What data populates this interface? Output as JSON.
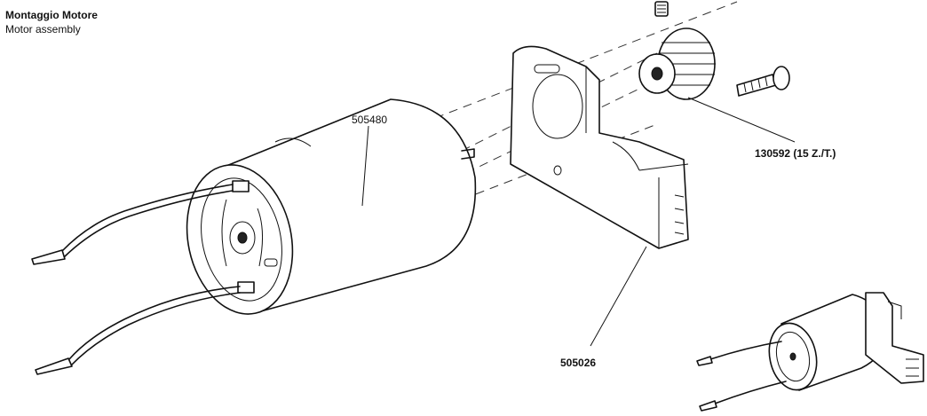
{
  "header": {
    "title": "Montaggio Motore",
    "subtitle": "Motor assembly"
  },
  "parts": {
    "motor": "505480",
    "pinion": "130592 (15 Z./T.)",
    "mount": "505026"
  }
}
